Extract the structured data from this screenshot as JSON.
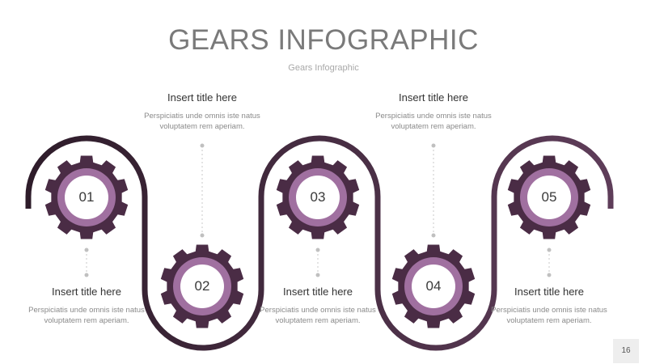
{
  "header": {
    "title": "GEARS INFOGRAPHIC",
    "subtitle": "Gears Infographic"
  },
  "colors": {
    "path_dark": "#3b2636",
    "path_light": "#5a3a55",
    "gear_outer": "#4a2c45",
    "gear_ring": "#a070a0",
    "gear_center": "#ffffff"
  },
  "gears": [
    {
      "label": "01"
    },
    {
      "label": "02"
    },
    {
      "label": "03"
    },
    {
      "label": "04"
    },
    {
      "label": "05"
    }
  ],
  "blocks": [
    {
      "title": "Insert title here",
      "desc": "Perspiciatis unde omnis iste natus voluptatem rem aperiam."
    },
    {
      "title": "Insert title here",
      "desc": "Perspiciatis unde omnis iste natus voluptatem rem aperiam."
    },
    {
      "title": "Insert title here",
      "desc": "Perspiciatis unde omnis iste natus voluptatem rem aperiam."
    },
    {
      "title": "Insert title here",
      "desc": "Perspiciatis unde omnis iste natus voluptatem rem aperiam."
    },
    {
      "title": "Insert title here",
      "desc": "Perspiciatis unde omnis iste natus voluptatem rem aperiam."
    }
  ],
  "page_number": "16"
}
